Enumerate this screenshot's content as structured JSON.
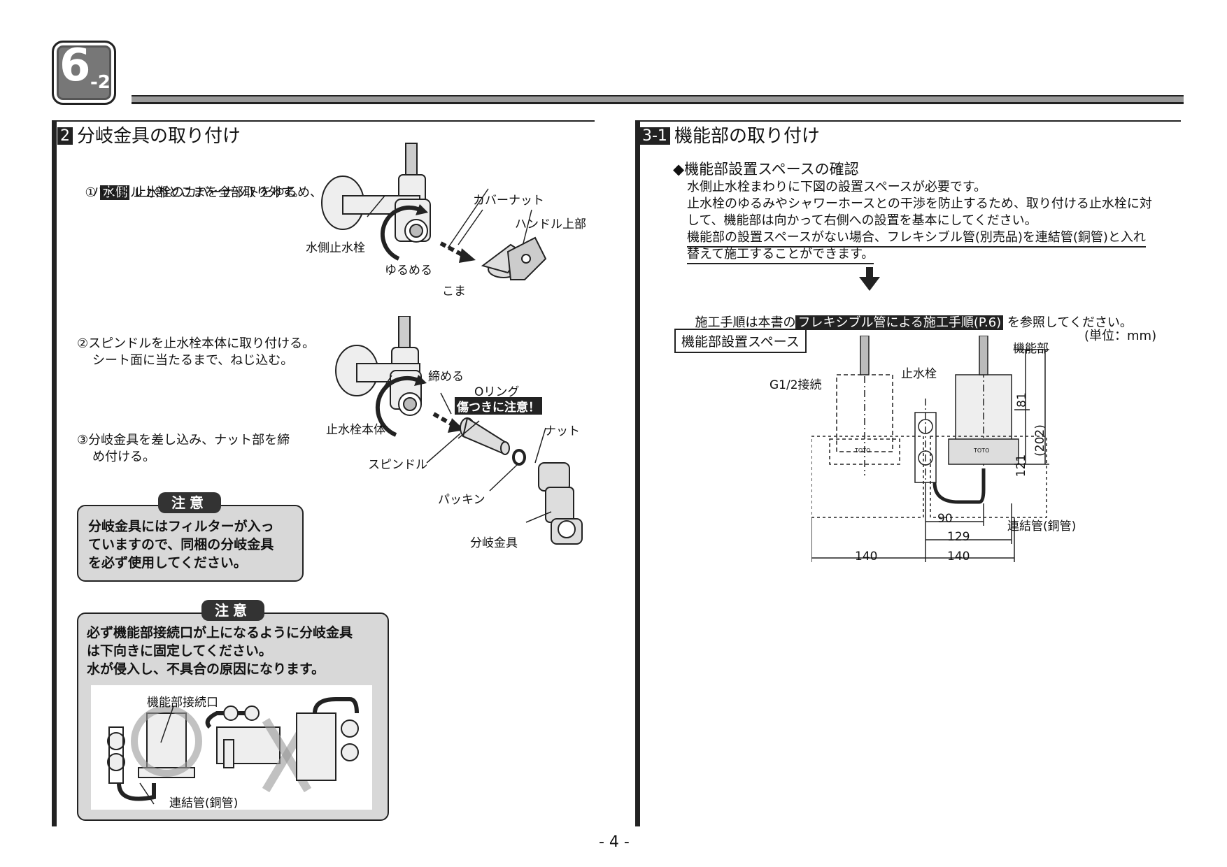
{
  "header": {
    "section_main": "6",
    "section_sub": "-2"
  },
  "left": {
    "heading_num": "2",
    "heading": "分岐金具の取り付け",
    "step1_prefix": "①",
    "step1_tag": "水側",
    "step1_line1": "止水栓のカバーナットをゆるめ、",
    "step1_line2": "ハンドル上部とこまを全部取り外す。",
    "fig1_labels": {
      "cover_nut": "カバーナット",
      "handle_top": "ハンドル上部",
      "water_stop": "水側止水栓",
      "loosen": "ゆるめる",
      "koma": "こま"
    },
    "step2_line1": "②スピンドルを止水栓本体に取り付ける。",
    "step2_line2": "シート面に当たるまで、ねじ込む。",
    "step3_line1": "③分岐金具を差し込み、ナット部を締",
    "step3_line2": "め付ける。",
    "fig2_labels": {
      "tighten": "締める",
      "o_ring": "Oリング",
      "warning": "傷つきに注意！",
      "nut": "ナット",
      "body": "止水栓本体",
      "spindle": "スピンドル",
      "packing": "パッキン",
      "branch": "分岐金具"
    },
    "caution1_tag": "注意",
    "caution1_text": "分岐金具にはフィルターが入っ\nていますので、同梱の分岐金具\nを必ず使用してください。",
    "caution2_tag": "注意",
    "caution2_text": "必ず機能部接続口が上になるように分岐金具\nは下向きに固定してください。\n水が侵入し、不具合の原因になります。",
    "caution2_fig_labels": {
      "connect_port": "機能部接続口",
      "pipe": "連結管(銅管)"
    }
  },
  "right": {
    "heading_num": "3-1",
    "heading": "機能部の取り付け",
    "sub_heading": "◆機能部設置スペースの確認",
    "para_line1": "水側止水栓まわりに下図の設置スペースが必要です。",
    "para_line2": "止水栓のゆるみやシャワーホースとの干渉を防止するため、取り付ける止水栓に対",
    "para_line3": "して、機能部は向かって右側への設置を基本にしてください。",
    "para_line4": "機能部の設置スペースがない場合、フレキシブル管(別売品)を連結管(銅管)と入れ",
    "para_line5": "替えて施工することができます。",
    "ref_prefix": "施工手順は本書の",
    "ref_tag": "フレキシブル管による施工手順(P.6)",
    "ref_suffix": "を参照してください。",
    "space_title": "機能部設置スペース",
    "unit": "(単位：mm)",
    "diagram_labels": {
      "g12": "G1/2接続",
      "stop_valve": "止水栓",
      "function_unit": "機能部",
      "pipe": "連結管(銅管)",
      "brand1": "TOTO",
      "brand2": "TOTO"
    },
    "dimensions": {
      "d81": "81",
      "d202": "(202)",
      "d121": "121",
      "d90": "90",
      "d129": "129",
      "d140a": "140",
      "d140b": "140"
    }
  },
  "footer": {
    "page": "- 4 -"
  }
}
